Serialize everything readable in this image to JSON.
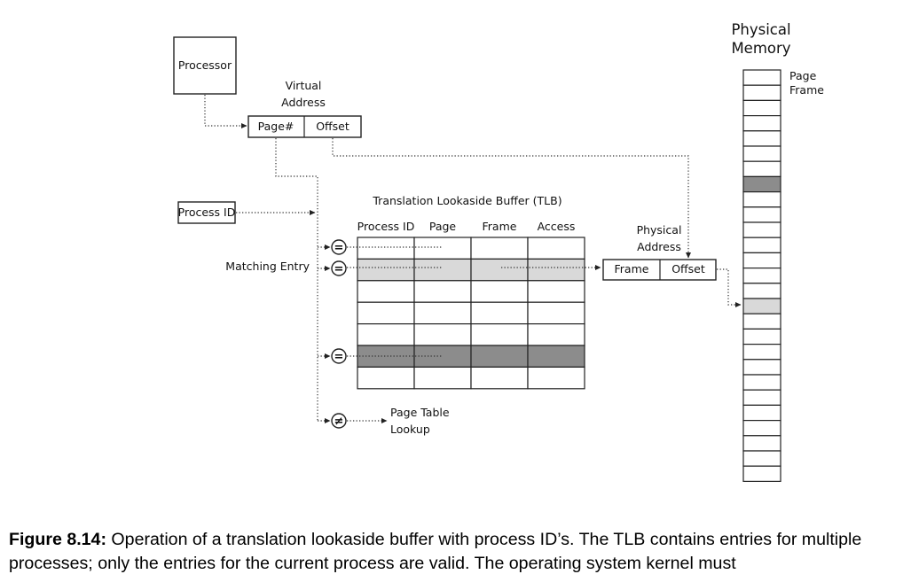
{
  "diagram": {
    "processor": "Processor",
    "virtual_address": {
      "title_line1": "Virtual",
      "title_line2": "Address",
      "page": "Page#",
      "offset": "Offset"
    },
    "process_id_box": "Process ID",
    "tlb": {
      "title": "Translation Lookaside Buffer (TLB)",
      "columns": [
        "Process ID",
        "Page",
        "Frame",
        "Access"
      ],
      "row_count": 7,
      "highlighted_rows": [
        {
          "row": 1,
          "shade": "light"
        },
        {
          "row": 5,
          "shade": "dark"
        }
      ]
    },
    "matching_entry": "Matching Entry",
    "comparators": [
      "=",
      "=",
      "=",
      "≠"
    ],
    "page_table_lookup": {
      "line1": "Page Table",
      "line2": "Lookup"
    },
    "physical_address": {
      "title_line1": "Physical",
      "title_line2": "Address",
      "frame": "Frame",
      "offset": "Offset"
    },
    "physical_memory": {
      "title_line1": "Physical",
      "title_line2": "Memory",
      "page_frame_line1": "Page",
      "page_frame_line2": "Frame",
      "row_count": 27,
      "highlighted_rows": [
        {
          "row": 7,
          "shade": "dark"
        },
        {
          "row": 15,
          "shade": "light"
        }
      ]
    },
    "colors": {
      "light_shade": "#d9d9d9",
      "dark_shade": "#8c8c8c",
      "ink": "#222222"
    }
  },
  "caption": {
    "label": "Figure 8.14:",
    "text": " Operation of a translation lookaside buffer with process ID’s. The TLB contains entries for multiple processes; only the entries for the current process are valid. The operating system kernel must"
  }
}
